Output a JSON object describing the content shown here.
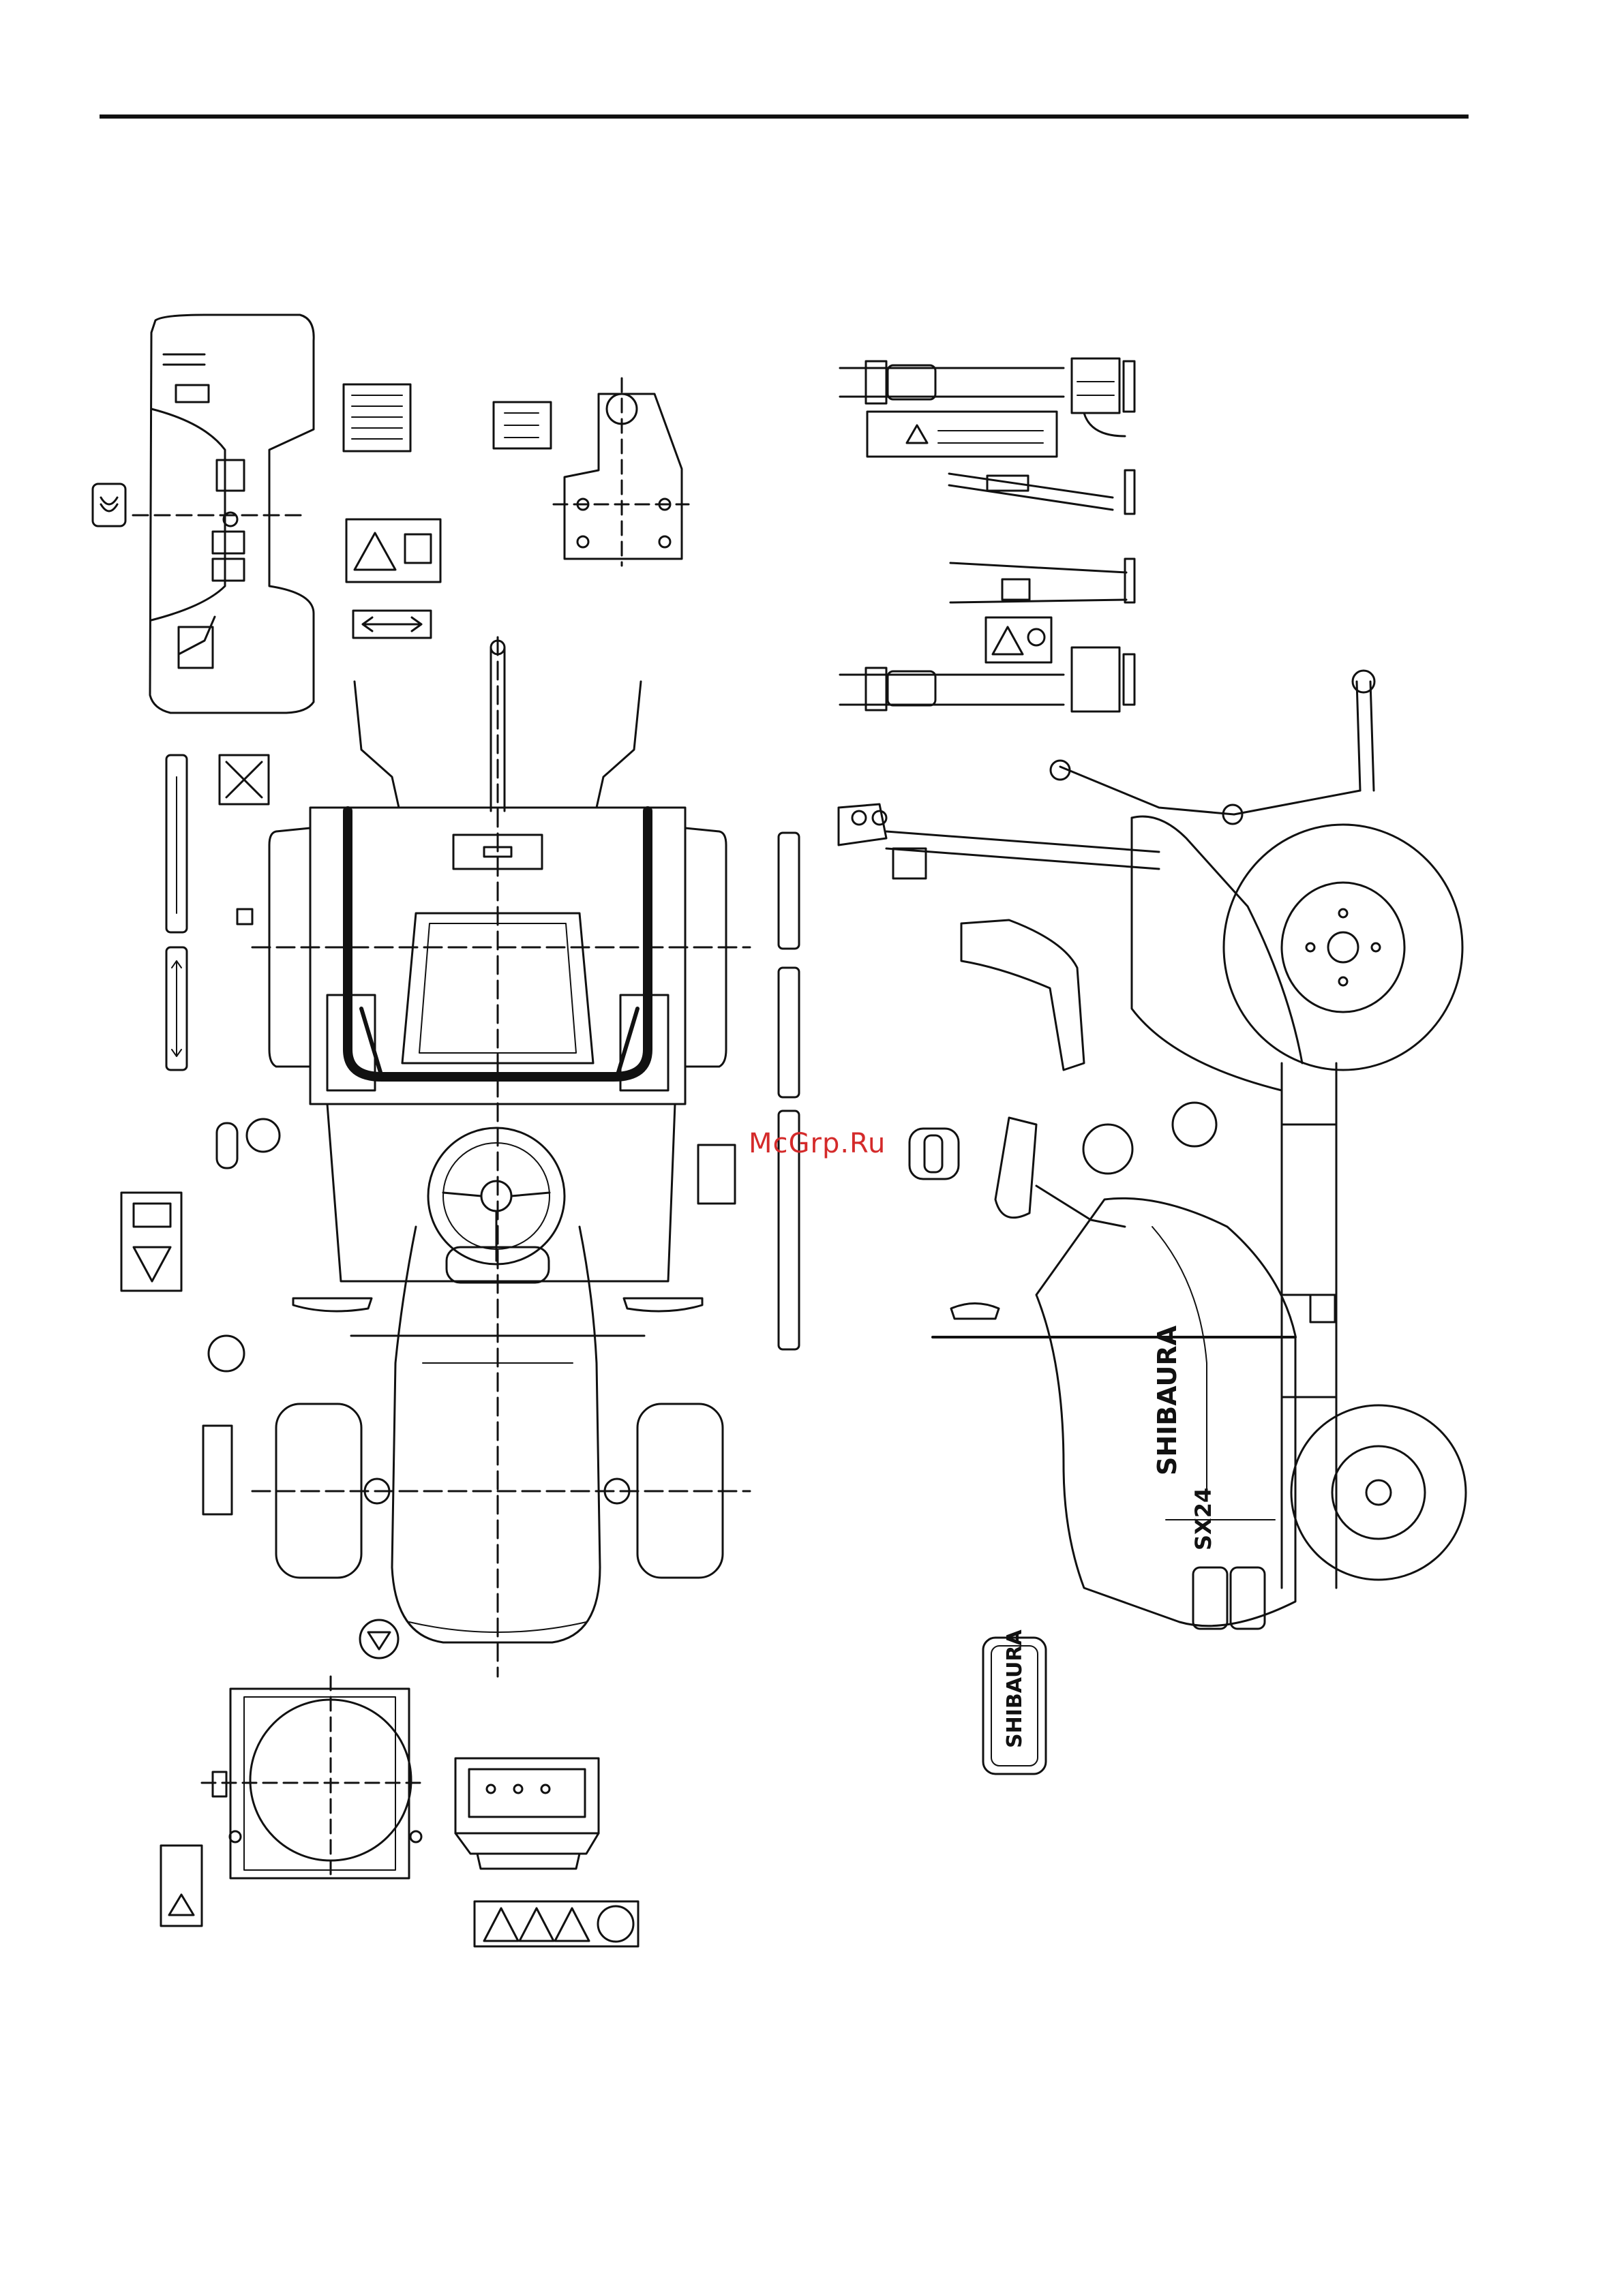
{
  "watermark": "McGrp.Ru",
  "side_view": {
    "hood_brand": "SHIBAURA",
    "model_badge": "SX24"
  },
  "emblem_decal": {
    "text": "SHIBAURA"
  }
}
